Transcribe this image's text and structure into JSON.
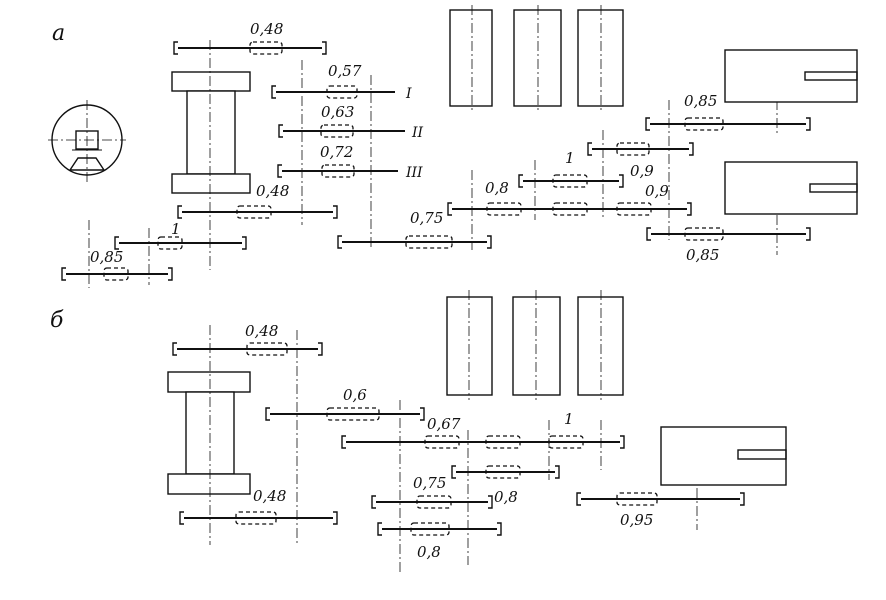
{
  "panels": {
    "a": "a",
    "b": "б"
  },
  "ratios_a": {
    "r1": "0,48",
    "r2": "0,57",
    "r3": "0,63",
    "r4": "0,72",
    "r5": "0,48",
    "r6": "1",
    "r7": "0,85",
    "r8": "0,75",
    "r9": "0,8",
    "r10": "1",
    "r11": "0,9",
    "r12": "0,9",
    "r13": "0,85",
    "r14": "0,85"
  },
  "stands_a": {
    "s1": "I",
    "s2": "II",
    "s3": "III"
  },
  "ratios_b": {
    "r1": "0,48",
    "r2": "0,6",
    "r3": "0,67",
    "r4": "1",
    "r5": "0,75",
    "r6": "0,8",
    "r7": "0,48",
    "r8": "0,95",
    "r9": "0,8"
  }
}
